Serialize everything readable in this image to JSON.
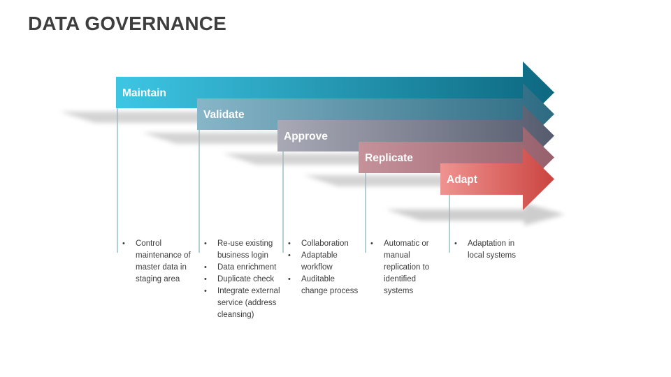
{
  "slide": {
    "title": "DATA GOVERNANCE"
  },
  "bullet_char": "•",
  "stages": [
    {
      "label": "Maintain",
      "colors": [
        "#3DC6E4",
        "#0D6880"
      ],
      "bullets": [
        "Control maintenance of master data in staging area"
      ]
    },
    {
      "label": "Validate",
      "colors": [
        "#87B6C8",
        "#2D6B82"
      ],
      "bullets": [
        "Re-use existing business login",
        "Data enrichment",
        "Duplicate check",
        "Integrate external service (address cleansing)"
      ]
    },
    {
      "label": "Approve",
      "colors": [
        "#A9A9B6",
        "#555C6E"
      ],
      "bullets": [
        "Collaboration",
        "Adaptable workflow",
        "Auditable change process"
      ]
    },
    {
      "label": "Replicate",
      "colors": [
        "#C6929A",
        "#96606C"
      ],
      "bullets": [
        "Automatic or manual replication to identified systems"
      ]
    },
    {
      "label": "Adapt",
      "colors": [
        "#EF9390",
        "#CB4440"
      ],
      "bullets": [
        "Adaptation in local systems"
      ]
    }
  ]
}
